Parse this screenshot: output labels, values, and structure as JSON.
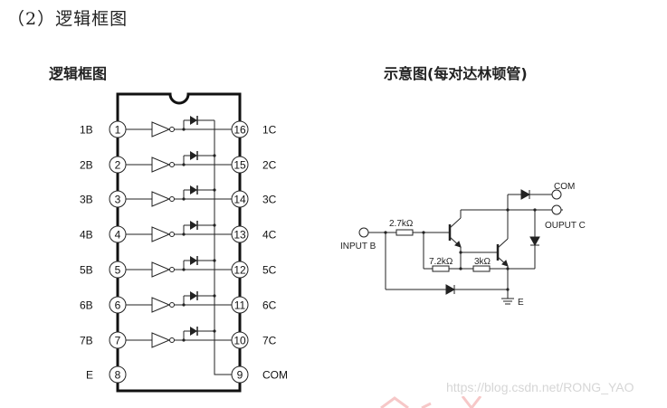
{
  "heading": "（2）逻辑框图",
  "left_diagram": {
    "title": "逻辑框图",
    "left_pins": [
      {
        "num": "1",
        "label": "1B"
      },
      {
        "num": "2",
        "label": "2B"
      },
      {
        "num": "3",
        "label": "3B"
      },
      {
        "num": "4",
        "label": "4B"
      },
      {
        "num": "5",
        "label": "5B"
      },
      {
        "num": "6",
        "label": "6B"
      },
      {
        "num": "7",
        "label": "7B"
      },
      {
        "num": "8",
        "label": "E"
      }
    ],
    "right_pins": [
      {
        "num": "16",
        "label": "1C"
      },
      {
        "num": "15",
        "label": "2C"
      },
      {
        "num": "14",
        "label": "3C"
      },
      {
        "num": "13",
        "label": "4C"
      },
      {
        "num": "12",
        "label": "5C"
      },
      {
        "num": "11",
        "label": "6C"
      },
      {
        "num": "10",
        "label": "7C"
      },
      {
        "num": "9",
        "label": "COM"
      }
    ],
    "channel_count": 7
  },
  "right_diagram": {
    "title": "示意图(每对达林顿管)",
    "labels": {
      "input": "INPUT B",
      "output": "OUPUT C",
      "com": "COM",
      "emitter": "E",
      "r1": "2.7kΩ",
      "r2": "7.2kΩ",
      "r3": "3kΩ"
    }
  },
  "watermark": "https://blog.csdn.net/RONG_YAO"
}
